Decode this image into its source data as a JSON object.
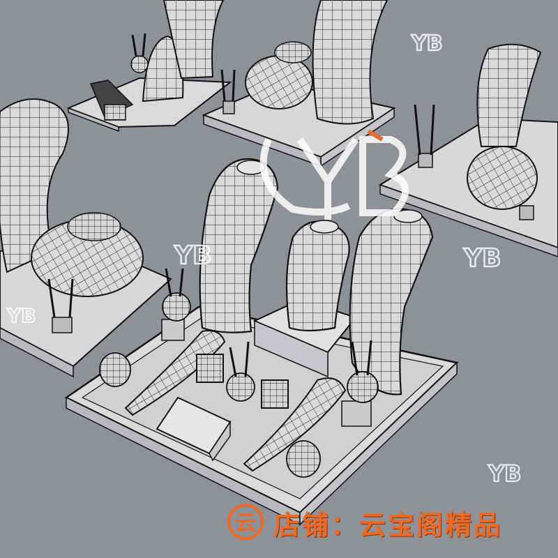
{
  "watermark": {
    "mark_text": "YB",
    "color": "#ffffff",
    "accent": "#ee6a24"
  },
  "footer": {
    "shop_label": "店铺：云宝阁精品",
    "logo_glyph": "云",
    "color": "#ee6a24"
  },
  "palette": {
    "background": "#8e9196",
    "surface": "#d8d9db",
    "wire": "#111111"
  }
}
